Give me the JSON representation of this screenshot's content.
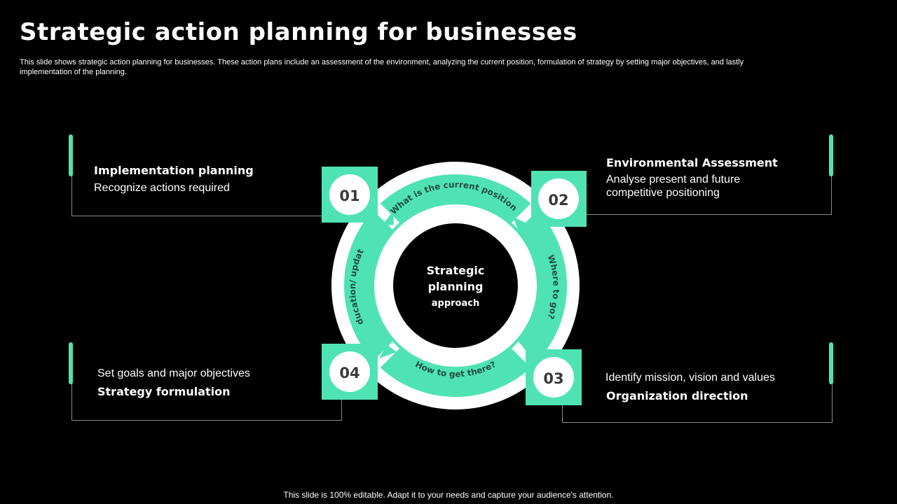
{
  "title": "Strategic action planning for businesses",
  "subtitle": "This slide shows strategic action planning for businesses. These action plans include an assessment of the environment, analyzing the current position, formulation of strategy by setting major objectives, and lastly implementation of the planning.",
  "footer": "This slide is 100% editable. Adapt it to your needs and capture your audience's attention.",
  "center": {
    "line1": "Strategic",
    "line2": "planning",
    "line3": "approach"
  },
  "arcs": {
    "top": "What is the current position?",
    "right": "Where to go?",
    "bottom": "How to get there?",
    "left": "Education/ update"
  },
  "steps": [
    {
      "number": "01",
      "heading": "Implementation planning",
      "description": "Recognize actions required"
    },
    {
      "number": "02",
      "heading": "Environmental Assessment",
      "description_line1": "Analyse present and future",
      "description_line2": "competitive positioning"
    },
    {
      "number": "03",
      "heading": "Organization direction",
      "description": "Identify  mission, vision and values"
    },
    {
      "number": "04",
      "heading": "Strategy formulation",
      "description": "Set goals and major objectives"
    }
  ],
  "colors": {
    "accent": "#4fe3b4",
    "background": "#000000",
    "text": "#ffffff",
    "number_text": "#3a3a3a"
  }
}
